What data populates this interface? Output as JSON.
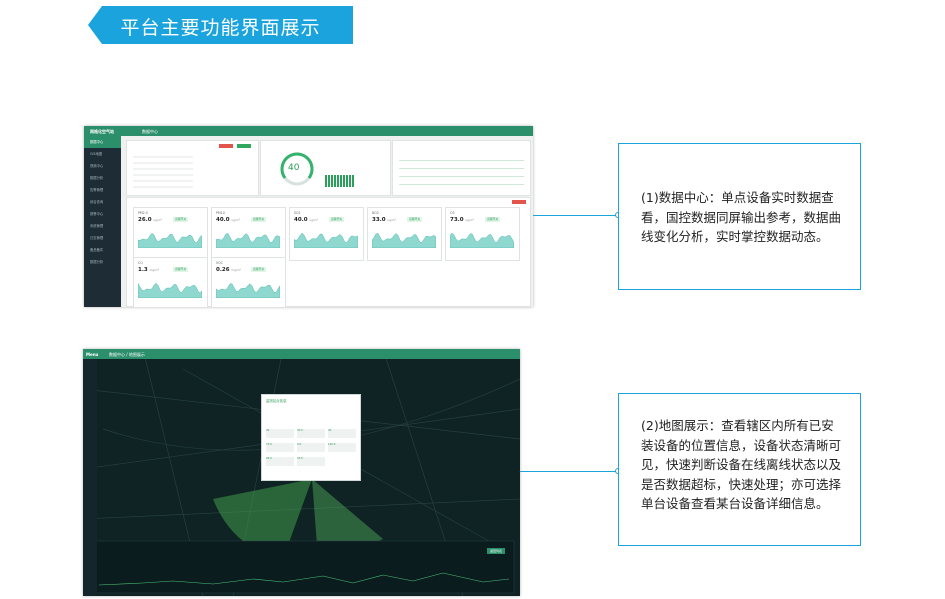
{
  "banner": {
    "title": "平台主要功能界面展示"
  },
  "shot1": {
    "app_name": "网格化空气站",
    "breadcrumb": "数据中心",
    "sidebar": [
      "数据中心",
      "GIS地图",
      "视频中心",
      "数据分析",
      "告警管理",
      "综合查询",
      "报警中心",
      "系统管理",
      "日志管理",
      "备品备件",
      "数据分析"
    ],
    "sensors": [
      {
        "name": "PM2.5",
        "value": "26.0",
        "unit": "ug/m³",
        "status": "远程开关"
      },
      {
        "name": "PM10",
        "value": "40.0",
        "unit": "ug/m³",
        "status": "远程开关"
      },
      {
        "name": "SO2",
        "value": "40.0",
        "unit": "ug/m³",
        "status": "远程开关"
      },
      {
        "name": "NO2",
        "value": "33.0",
        "unit": "ug/m³",
        "status": "远程开关"
      },
      {
        "name": "O3",
        "value": "73.0",
        "unit": "ug/m³",
        "status": "远程开关"
      },
      {
        "name": "CO",
        "value": "1.3",
        "unit": "mg/m³",
        "status": "远程开关"
      },
      {
        "name": "VOC",
        "value": "0.26",
        "unit": "mg/m³",
        "status": "远程开关"
      }
    ],
    "aqi_value": "40"
  },
  "shot2": {
    "app_name": "Menu",
    "breadcrumb": "数据中心 / 地图展示",
    "popup_title": "监测站点信息",
    "popup_values": [
      "40",
      "30.0",
      "40",
      "73.0",
      "0.0",
      "120.0",
      "26.0",
      "33.0"
    ],
    "bottom_button": "返回列表"
  },
  "callouts": [
    {
      "text": "(1)数据中心：单点设备实时数据查看，国控数据同屏输出参考，数据曲线变化分析，实时掌控数据动态。"
    },
    {
      "text": "(2)地图展示：查看辖区内所有已安装设备的位置信息，设备状态清晰可见，快速判断设备在线离线状态以及是否数据超标，快速处理；亦可选择单台设备查看某台设备详细信息。"
    }
  ],
  "colors": {
    "accent": "#1aa3dc",
    "brand_green": "#2c8f6c"
  }
}
